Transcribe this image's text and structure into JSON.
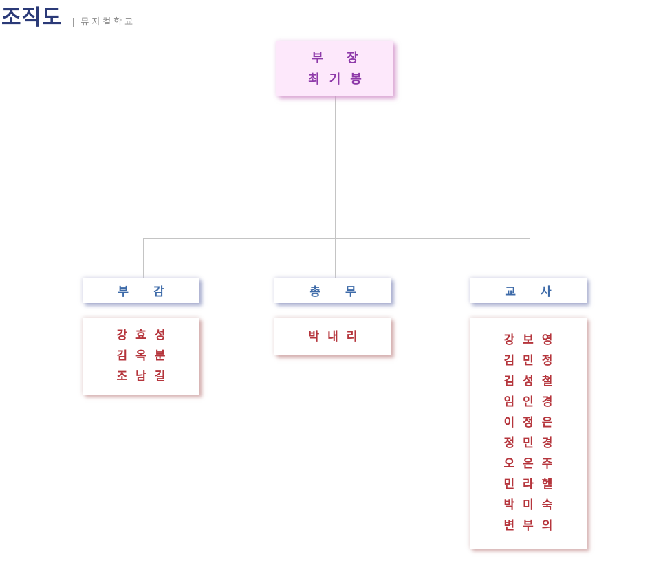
{
  "header": {
    "title": "조직도",
    "separator": "|",
    "subtitle": "뮤지컬학교"
  },
  "org": {
    "head": {
      "role": "부 장",
      "name": "최기봉"
    },
    "departments": [
      {
        "label_a": "부",
        "label_b": "감",
        "members": [
          "강효성",
          "김옥분",
          "조남길"
        ]
      },
      {
        "label_a": "총",
        "label_b": "무",
        "members": [
          "박내리"
        ]
      },
      {
        "label_a": "교",
        "label_b": "사",
        "members": [
          "강보영",
          "김민정",
          "김성철",
          "임인경",
          "이정은",
          "정민경",
          "오은주",
          "민라헬",
          "박미숙",
          "변부의"
        ]
      }
    ]
  },
  "colors": {
    "title": "#2b3a78",
    "head_text": "#8e3aa9",
    "dept_text": "#3d6aa8",
    "member_text": "#b5353c",
    "connector": "#c4c4c4"
  }
}
